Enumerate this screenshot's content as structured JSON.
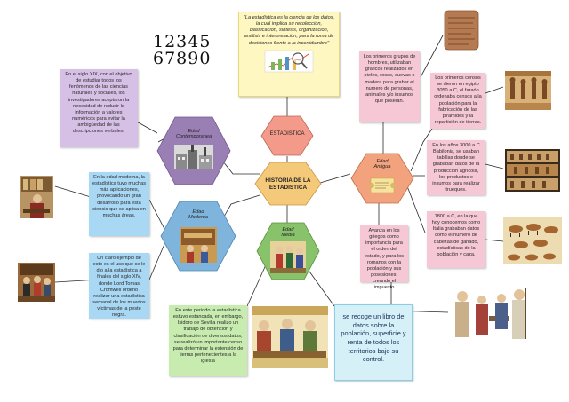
{
  "center": {
    "label": "HISTORIA DE LA ESTADISTICA"
  },
  "estadistica": {
    "label": "ESTADISTICA"
  },
  "eras": {
    "contemporanea": "Edad Contemporanea",
    "moderna": "Edad Moderna",
    "media": "Edad Media",
    "antigua": "Edad Antigua"
  },
  "numerals": {
    "line1": "12345",
    "line2": "67890"
  },
  "quote": "\"La estadística es la ciencia de los datos, la cual implica su recolección, clasificación, síntesis, organización, análisis e interpretación, para la toma de decisiones frente a la incertidumbre\"",
  "notes": {
    "contemporanea": "En el siglo XIX, con el objetivo de estudiar todos los fenómenos de las ciencias naturales y sociales, los investigadores aceptaron la necesidad de reducir la información a valores numéricos para evitar la ambigüedad de las descripciones verbales.",
    "moderna_1": "En la edad moderna, la estadística tuvo muchas más aplicaciones, provocando un gran desarrollo para esta ciencia que se aplica en muchas áreas.",
    "moderna_2": "Un claro ejemplo de esto es el uso que se le dio a la estadística a finales del siglo XIV, donde Lord Tomas Cromwell ordenó realizar una estadística semanal de los muertos víctimas de la peste negra.",
    "media_1": "En este periodo la estadística estuvo estancada, en embargo, Isidoro de Sevilla realizo un trabajo de obtención y clasificación de diversos datos; se realizó un importante censo para determinar la extensión de tierras pertenecientes a la iglesia",
    "media_2": "se recoge un libro de datos sobre la población, superficie y renta de todos los territorios bajo su control.",
    "antigua_1": "Los primeros grupos de hombres, utilizaban gráficos realizados en pieles, rocas, cuevas o madera para grabar el numero de personas, animales y/o insumos que poseían.",
    "antigua_2": "Los primeros censos se dieron en egipto 3050 a.C, el faraón ordenaba censos a la población para la fabricación de las pirámides y la repartición de tierras.",
    "antigua_3": "En los años 3000 a.C Babilonia, se usaban tabillas donde se grababan datos de la producción agrícola, los productos e insumos para realizar trueques.",
    "antigua_4": "1800 a.C, en la que hoy conocemos como Italia grababan datos como el numero de cabezas de ganado, estadísticas de la población y caza.",
    "antigua_5": "Avanza en los griegos como importancia para el orden del estado, y para los romanos con la población y sus posesiones; creando el impuesto"
  },
  "colors": {
    "hex_center": "#f5c97a",
    "hex_estadistica": "#f49a8b",
    "hex_contemporanea": "#9a7fb5",
    "hex_moderna": "#7fb5dd",
    "hex_media": "#88c26a",
    "hex_antigua": "#f2a27c",
    "line": "#2b2b2b"
  }
}
